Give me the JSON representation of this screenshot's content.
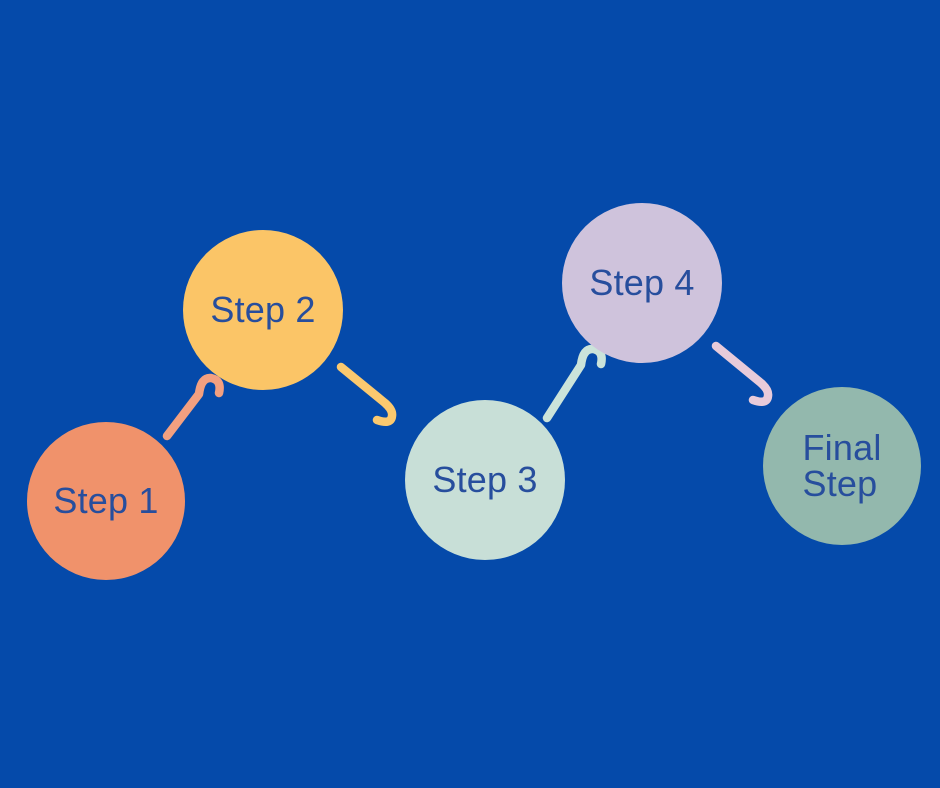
{
  "canvas": {
    "background_color": "#054AAA",
    "label_text_color": "#274E9D"
  },
  "diagram": {
    "type": "process-flow",
    "steps": [
      {
        "id": "step-1",
        "label": "Step 1",
        "color": "#F0926B"
      },
      {
        "id": "step-2",
        "label": "Step 2",
        "color": "#FBC567"
      },
      {
        "id": "step-3",
        "label": "Step 3",
        "color": "#C8DFD7"
      },
      {
        "id": "step-4",
        "label": "Step 4",
        "color": "#CFC3DC"
      },
      {
        "id": "final-step",
        "label": "Final\nStep",
        "color": "#93B8AD"
      }
    ],
    "connectors": [
      {
        "from": "step-1",
        "to": "step-2",
        "direction": "up-right",
        "color": "#F3A080"
      },
      {
        "from": "step-2",
        "to": "step-3",
        "direction": "down-right",
        "color": "#FBC96F"
      },
      {
        "from": "step-3",
        "to": "step-4",
        "direction": "up-right",
        "color": "#CBE3DA"
      },
      {
        "from": "step-4",
        "to": "final-step",
        "direction": "down-right",
        "color": "#E8CBDA"
      }
    ]
  }
}
